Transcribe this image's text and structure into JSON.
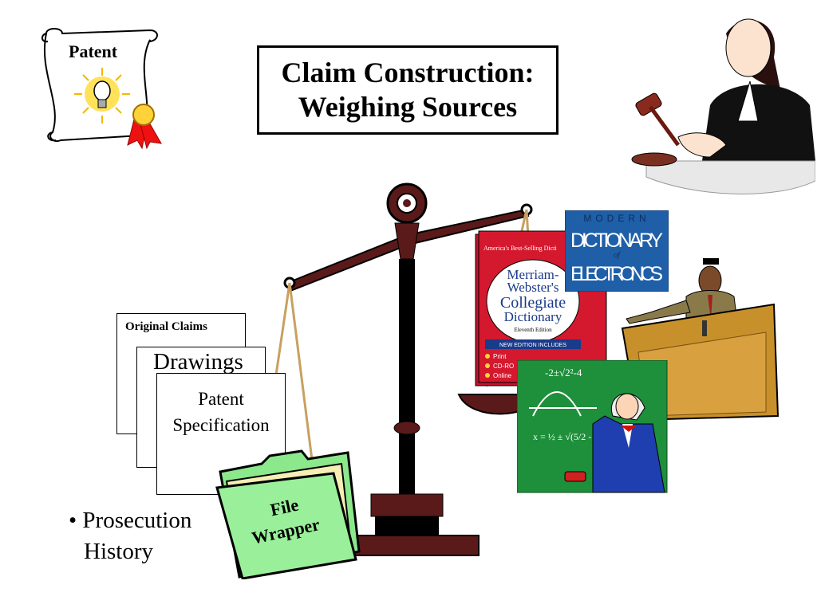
{
  "title": {
    "line1": "Claim Construction:",
    "line2": "Weighing Sources"
  },
  "patent_scroll": {
    "label": "Patent"
  },
  "documents": {
    "original_claims": "Original Claims",
    "drawings": "Drawings",
    "specification_line1": "Patent",
    "specification_line2": "Specification"
  },
  "folder": {
    "line1": "File",
    "line2": "Wrapper"
  },
  "bullet": {
    "marker": "•",
    "line1": "Prosecution",
    "line2": "History"
  },
  "dictionary_red": {
    "banner": "America's Best-Selling Dicti",
    "line1": "Merriam-",
    "line2": "Webster's",
    "line3": "Collegiate",
    "line4": "Dictionary",
    "edition": "Eleventh Edition",
    "includes": "NEW EDITION INCLUDES",
    "item1": "Print",
    "item2": "CD-RO",
    "item3": "Online"
  },
  "dictionary_blue": {
    "line1": "MODERN",
    "line2": "DICTIONARY",
    "line3": "of",
    "line4": "ELECTRONICS"
  },
  "chalkboard": {
    "eq1": "-2±√2²-4",
    "eq2": "x = ½ ± √(5/2 - 1/2)"
  }
}
